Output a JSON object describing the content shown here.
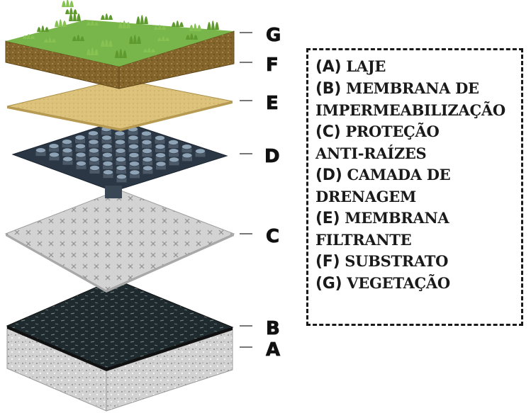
{
  "layers": [
    {
      "letter": "G",
      "id": "vegetation"
    },
    {
      "letter": "F",
      "id": "substrate"
    },
    {
      "letter": "E",
      "id": "filter-membrane"
    },
    {
      "letter": "D",
      "id": "drainage-layer"
    },
    {
      "letter": "C",
      "id": "root-protection"
    },
    {
      "letter": "B",
      "id": "waterproofing-membrane"
    },
    {
      "letter": "A",
      "id": "slab"
    }
  ],
  "legend": [
    {
      "code": "(A)",
      "lines": [
        "LAJE"
      ]
    },
    {
      "code": "(B)",
      "lines": [
        "MEMBRANA DE",
        "IMPERMEABILIZAÇÃO"
      ]
    },
    {
      "code": "(C)",
      "lines": [
        "PROTEÇÃO",
        "ANTI-RAÍZES"
      ]
    },
    {
      "code": "(D)",
      "lines": [
        "CAMADA DE",
        "DRENAGEM"
      ]
    },
    {
      "code": "(E)",
      "lines": [
        "MEMBRANA",
        "FILTRANTE"
      ]
    },
    {
      "code": "(F)",
      "lines": [
        "SUBSTRATO"
      ]
    },
    {
      "code": "(G)",
      "lines": [
        "VEGETAÇÃO"
      ]
    }
  ],
  "colors": {
    "vegetation": "#6fae3c",
    "substrate": "#8a6a2e",
    "filter_membrane": "#d9bf72",
    "drainage": "#3c4a5a",
    "root_protection": "#cfcfcf",
    "waterproofing": "#1e2a2e",
    "slab": "#c8c8c8"
  }
}
